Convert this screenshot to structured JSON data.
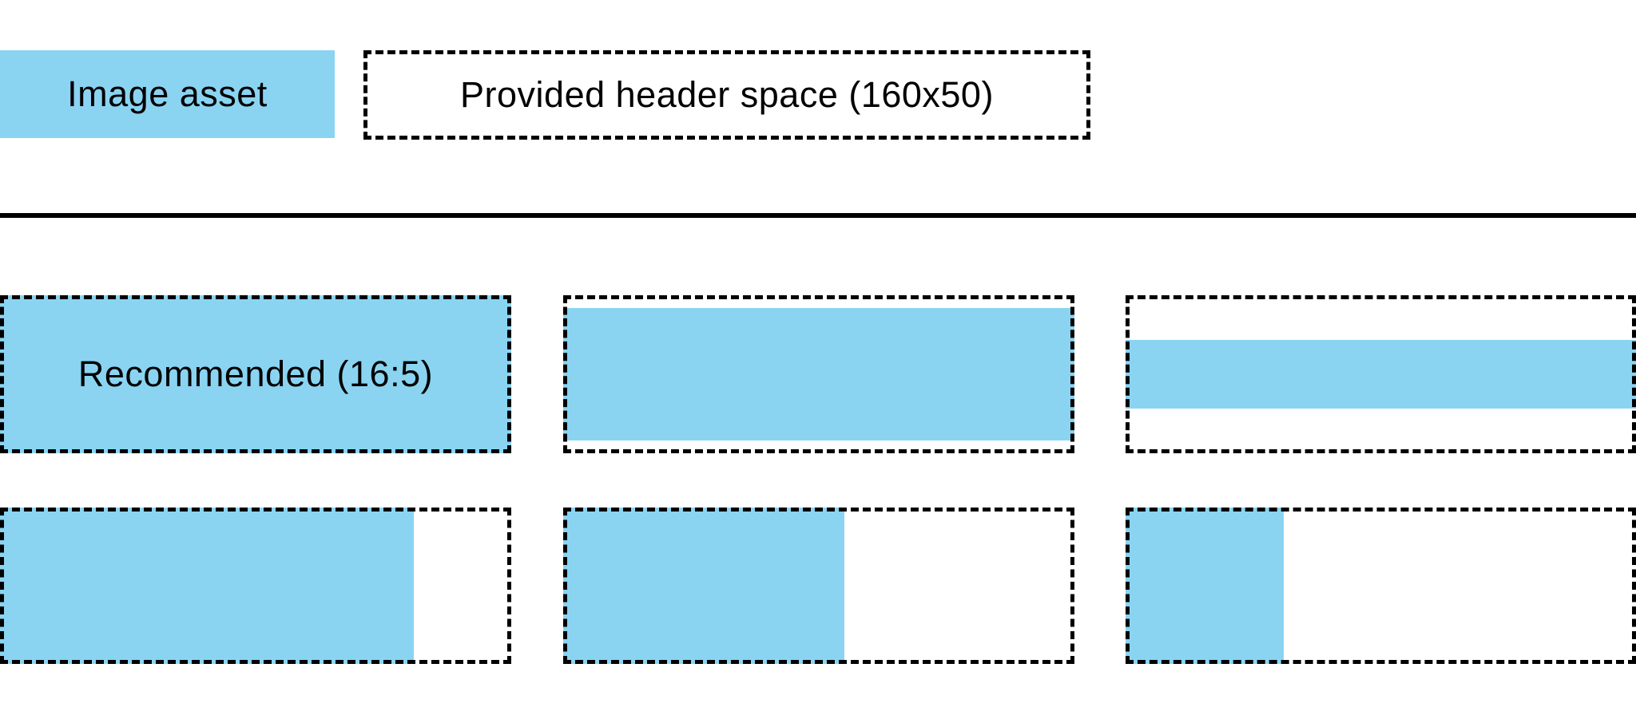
{
  "colors": {
    "asset_blue": "#8AD4F2",
    "ink": "#000000"
  },
  "legend": {
    "image_asset_label": "Image asset",
    "header_space_label": "Provided header space (160x50)"
  },
  "grid": {
    "cells": [
      {
        "id": "recommended-16-5",
        "label": "Recommended (16:5)",
        "fill": {
          "align": "full",
          "width_pct": 100,
          "height_pct": 100
        }
      },
      {
        "id": "full-width-84-height",
        "label": "",
        "fill": {
          "align": "center-vertical",
          "width_pct": 100,
          "height_pct": 84
        }
      },
      {
        "id": "full-width-43-band",
        "label": "",
        "fill": {
          "align": "center-vertical",
          "width_pct": 100,
          "height_pct": 43
        }
      },
      {
        "id": "full-height-81-width",
        "label": "",
        "fill": {
          "align": "left",
          "width_pct": 81,
          "height_pct": 100
        }
      },
      {
        "id": "full-height-55-width",
        "label": "",
        "fill": {
          "align": "left",
          "width_pct": 55,
          "height_pct": 100
        }
      },
      {
        "id": "full-height-31-width",
        "label": "",
        "fill": {
          "align": "left",
          "width_pct": 31,
          "height_pct": 100
        }
      }
    ]
  }
}
